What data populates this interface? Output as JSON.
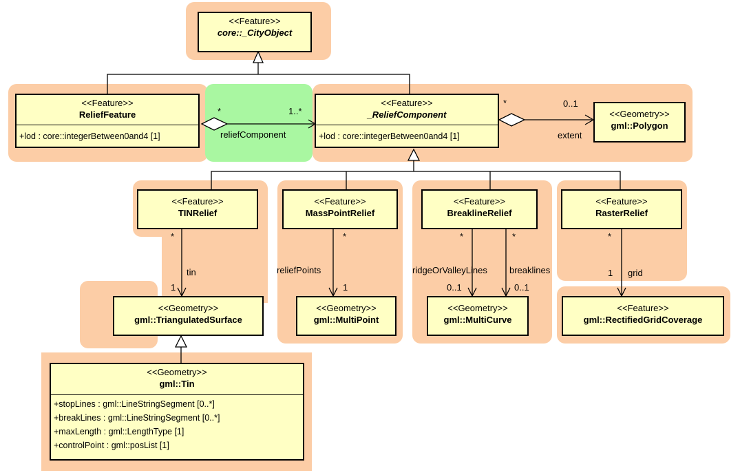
{
  "classes": {
    "cityobject": {
      "stereotype": "<<Feature>>",
      "name": "core::_CityObject"
    },
    "relieffeature": {
      "stereotype": "<<Feature>>",
      "name": "ReliefFeature",
      "attributes": [
        "+lod : core::integerBetween0and4 [1]"
      ]
    },
    "reliefcomponent": {
      "stereotype": "<<Feature>>",
      "name": "_ReliefComponent",
      "attributes": [
        "+lod : core::integerBetween0and4 [1]"
      ]
    },
    "polygon": {
      "stereotype": "<<Geometry>>",
      "name": "gml::Polygon"
    },
    "tinrelief": {
      "stereotype": "<<Feature>>",
      "name": "TINRelief"
    },
    "masspointrelief": {
      "stereotype": "<<Feature>>",
      "name": "MassPointRelief"
    },
    "breaklinerelief": {
      "stereotype": "<<Feature>>",
      "name": "BreaklineRelief"
    },
    "rasterrelief": {
      "stereotype": "<<Feature>>",
      "name": "RasterRelief"
    },
    "triangulatedsurface": {
      "stereotype": "<<Geometry>>",
      "name": "gml::TriangulatedSurface"
    },
    "multipoint": {
      "stereotype": "<<Geometry>>",
      "name": "gml::MultiPoint"
    },
    "multicurve": {
      "stereotype": "<<Geometry>>",
      "name": "gml::MultiCurve"
    },
    "rectifiedgrid": {
      "stereotype": "<<Feature>>",
      "name": "gml::RectifiedGridCoverage"
    },
    "tin": {
      "stereotype": "<<Geometry>>",
      "name": "gml::Tin",
      "attributes": [
        "+stopLines : gml::LineStringSegment [0..*]",
        "+breakLines : gml::LineStringSegment [0..*]",
        "+maxLength : gml::LengthType [1]",
        "+controlPoint : gml::posList [1]"
      ]
    }
  },
  "labels": {
    "reliefcomponent_role": "reliefComponent",
    "reliefcomponent_src_mult": "*",
    "reliefcomponent_dst_mult": "1..*",
    "extent_role": "extent",
    "extent_src_mult": "*",
    "extent_dst_mult": "0..1",
    "tin_role": "tin",
    "tin_src_mult": "*",
    "tin_dst_mult": "1",
    "reliefpoints_role": "reliefPoints",
    "reliefpoints_src_mult": "*",
    "reliefpoints_dst_mult": "1",
    "ridge_role": "ridgeOrValleyLines",
    "ridge_src_mult": "*",
    "ridge_dst_mult": "0..1",
    "breaklines_role": "breaklines",
    "breaklines_src_mult": "*",
    "breaklines_dst_mult": "0..1",
    "grid_role": "grid",
    "grid_src_mult": "*",
    "grid_dst_mult": "1"
  },
  "colors": {
    "package_bg": "#fccda6",
    "highlight_bg": "#a9f7a1",
    "class_fill": "#ffffc4",
    "line": "#000000"
  }
}
